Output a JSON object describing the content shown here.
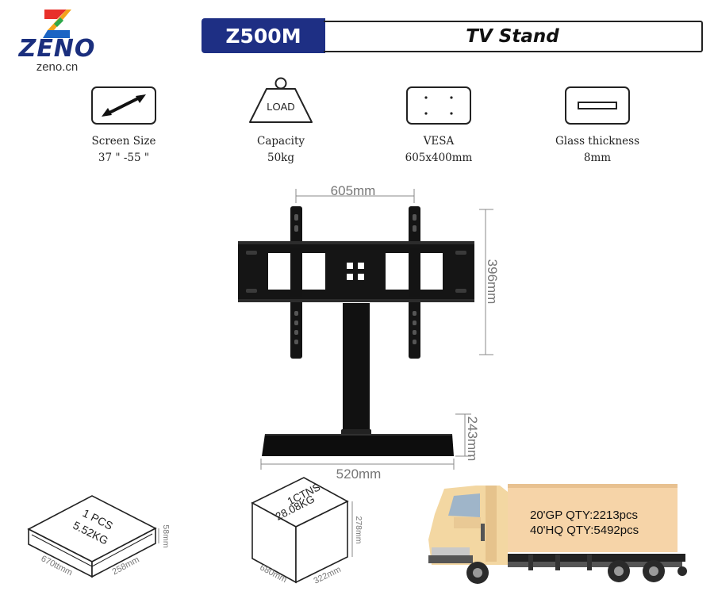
{
  "brand": {
    "name": "ZENO",
    "url": "zeno.cn"
  },
  "header": {
    "model": "Z500M",
    "product": "TV Stand"
  },
  "specs": [
    {
      "icon": "double-arrow-icon",
      "label": "Screen Size",
      "value": "37 \" -55 \""
    },
    {
      "icon": "weight-load-icon",
      "icon_text": "LOAD",
      "label": "Capacity",
      "value": "50kg"
    },
    {
      "icon": "vesa-holes-icon",
      "label": "VESA",
      "value": "605x400mm"
    },
    {
      "icon": "glass-panel-icon",
      "label": "Glass thickness",
      "value": "8mm"
    }
  ],
  "stand_diagram": {
    "width_label": "605mm",
    "height_label": "396mm",
    "base_height_label": "243mm",
    "base_width_label": "520mm"
  },
  "packaging": {
    "unit_box": {
      "qty": "1 PCS",
      "weight": "5.52KG",
      "length": "670ttmm",
      "width": "258mm",
      "height": "58mm"
    },
    "carton": {
      "qty": "1CTNS",
      "weight": "28.08KG",
      "length": "680mm",
      "width": "322mm",
      "height": "278mm"
    }
  },
  "shipping": {
    "gp20": "20'GP QTY:2213pcs",
    "hq40": "40'HQ QTY:5492pcs"
  },
  "colors": {
    "brand_blue": "#1e2f84",
    "truck_cargo": "#f6d4a8",
    "truck_cab": "#f3d7a2"
  }
}
